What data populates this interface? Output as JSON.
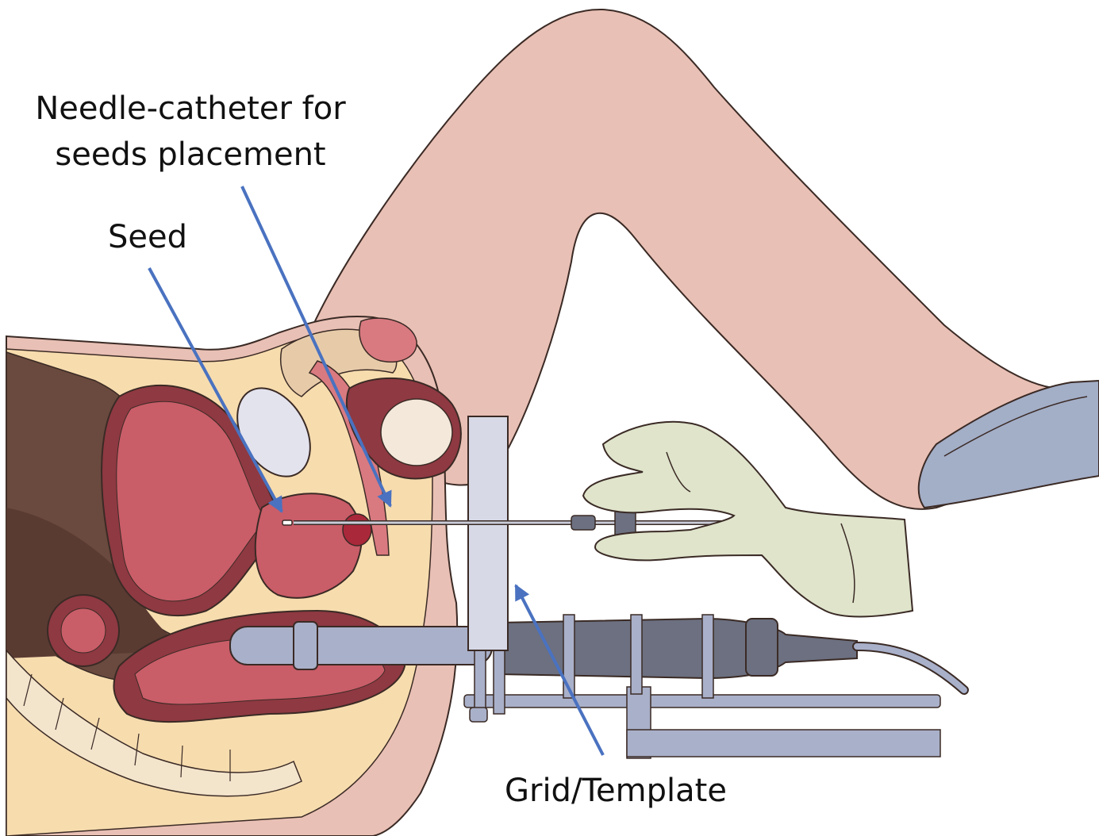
{
  "labels": {
    "needle_line1": "Needle-catheter for",
    "needle_line2": "seeds placement",
    "seed": "Seed",
    "grid": "Grid/Template"
  },
  "colors": {
    "skin": "#e9c0b5",
    "soft_tissue": "#f7dcae",
    "muscle": "#6a4a3e",
    "organ": "#c95d68",
    "organ_dark": "#8f3942",
    "bone": "#f3e4cc",
    "glove": "#dfe4cb",
    "metal": "#a9b0c9",
    "probe": "#6c7080",
    "arrow": "#4a72c0",
    "outline": "#3a2a25"
  },
  "icons": {
    "needle": "needle-catheter-icon",
    "seed": "seed-icon",
    "template": "grid-template-icon",
    "probe": "ultrasound-probe-icon",
    "hand": "gloved-hand-icon"
  }
}
